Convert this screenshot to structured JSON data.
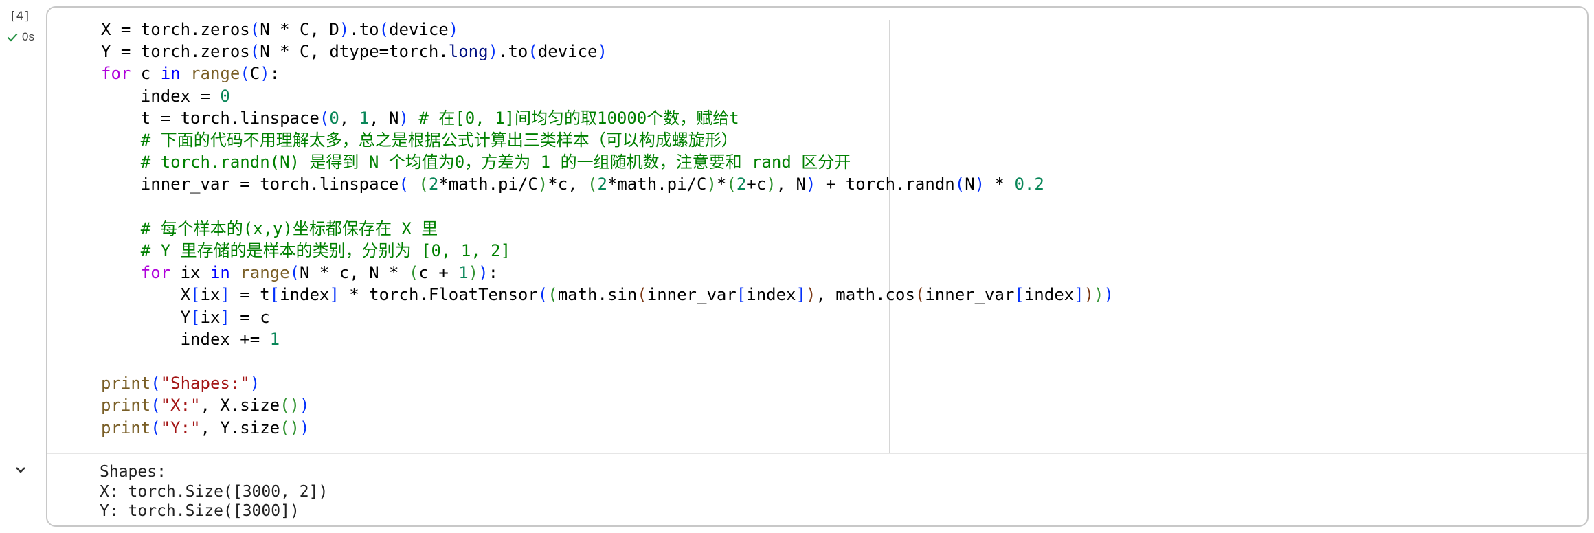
{
  "cell": {
    "execution_count": "[4]",
    "status_icon": "check-icon",
    "run_time": "0s",
    "status_color": "#1e8e3e",
    "ruler_column": 80
  },
  "code_lines": [
    [
      {
        "t": "X = torch.zeros"
      },
      {
        "t": "(",
        "c": "b1"
      },
      {
        "t": "N * C, D"
      },
      {
        "t": ")",
        "c": "b1"
      },
      {
        "t": ".to"
      },
      {
        "t": "(",
        "c": "b1"
      },
      {
        "t": "device"
      },
      {
        "t": ")",
        "c": "b1"
      }
    ],
    [
      {
        "t": "Y = torch.zeros"
      },
      {
        "t": "(",
        "c": "b1"
      },
      {
        "t": "N * C, dtype=torch."
      },
      {
        "t": "long",
        "c": "attr"
      },
      {
        "t": ")",
        "c": "b1"
      },
      {
        "t": ".to"
      },
      {
        "t": "(",
        "c": "b1"
      },
      {
        "t": "device"
      },
      {
        "t": ")",
        "c": "b1"
      }
    ],
    [
      {
        "t": "for",
        "c": "kw"
      },
      {
        "t": " c "
      },
      {
        "t": "in",
        "c": "kw2"
      },
      {
        "t": " "
      },
      {
        "t": "range",
        "c": "fn"
      },
      {
        "t": "(",
        "c": "b1"
      },
      {
        "t": "C"
      },
      {
        "t": ")",
        "c": "b1"
      },
      {
        "t": ":"
      }
    ],
    [
      {
        "t": "    index = "
      },
      {
        "t": "0",
        "c": "num"
      }
    ],
    [
      {
        "t": "    t = torch.linspace"
      },
      {
        "t": "(",
        "c": "b1"
      },
      {
        "t": "0",
        "c": "num"
      },
      {
        "t": ", "
      },
      {
        "t": "1",
        "c": "num"
      },
      {
        "t": ", N"
      },
      {
        "t": ")",
        "c": "b1"
      },
      {
        "t": " "
      },
      {
        "t": "# 在[0, 1]间均匀的取10000个数，赋给t",
        "c": "cm"
      }
    ],
    [
      {
        "t": "    "
      },
      {
        "t": "# 下面的代码不用理解太多，总之是根据公式计算出三类样本（可以构成螺旋形）",
        "c": "cm"
      }
    ],
    [
      {
        "t": "    "
      },
      {
        "t": "# torch.randn(N) 是得到 N 个均值为0，方差为 1 的一组随机数，注意要和 rand 区分开",
        "c": "cm"
      }
    ],
    [
      {
        "t": "    inner_var = torch.linspace"
      },
      {
        "t": "(",
        "c": "b1"
      },
      {
        "t": " "
      },
      {
        "t": "(",
        "c": "b2"
      },
      {
        "t": "2",
        "c": "num"
      },
      {
        "t": "*math.pi/C"
      },
      {
        "t": ")",
        "c": "b2"
      },
      {
        "t": "*c, "
      },
      {
        "t": "(",
        "c": "b2"
      },
      {
        "t": "2",
        "c": "num"
      },
      {
        "t": "*math.pi/C"
      },
      {
        "t": ")",
        "c": "b2"
      },
      {
        "t": "*"
      },
      {
        "t": "(",
        "c": "b2"
      },
      {
        "t": "2",
        "c": "num"
      },
      {
        "t": "+c"
      },
      {
        "t": ")",
        "c": "b2"
      },
      {
        "t": ", N"
      },
      {
        "t": ")",
        "c": "b1"
      },
      {
        "t": " + torch.randn"
      },
      {
        "t": "(",
        "c": "b1"
      },
      {
        "t": "N"
      },
      {
        "t": ")",
        "c": "b1"
      },
      {
        "t": " * "
      },
      {
        "t": "0.2",
        "c": "num"
      }
    ],
    [
      {
        "t": ""
      }
    ],
    [
      {
        "t": "    "
      },
      {
        "t": "# 每个样本的(x,y)坐标都保存在 X 里",
        "c": "cm"
      }
    ],
    [
      {
        "t": "    "
      },
      {
        "t": "# Y 里存储的是样本的类别，分别为 [0, 1, 2]",
        "c": "cm"
      }
    ],
    [
      {
        "t": "    "
      },
      {
        "t": "for",
        "c": "kw"
      },
      {
        "t": " ix "
      },
      {
        "t": "in",
        "c": "kw2"
      },
      {
        "t": " "
      },
      {
        "t": "range",
        "c": "fn"
      },
      {
        "t": "(",
        "c": "b1"
      },
      {
        "t": "N * c, N * "
      },
      {
        "t": "(",
        "c": "b2"
      },
      {
        "t": "c + "
      },
      {
        "t": "1",
        "c": "num"
      },
      {
        "t": ")",
        "c": "b2"
      },
      {
        "t": ")",
        "c": "b1"
      },
      {
        "t": ":"
      }
    ],
    [
      {
        "t": "        X"
      },
      {
        "t": "[",
        "c": "b1"
      },
      {
        "t": "ix"
      },
      {
        "t": "]",
        "c": "b1"
      },
      {
        "t": " = t"
      },
      {
        "t": "[",
        "c": "b1"
      },
      {
        "t": "index"
      },
      {
        "t": "]",
        "c": "b1"
      },
      {
        "t": " * torch.FloatTensor"
      },
      {
        "t": "(",
        "c": "b1"
      },
      {
        "t": "(",
        "c": "b2"
      },
      {
        "t": "math.sin"
      },
      {
        "t": "(",
        "c": "b3"
      },
      {
        "t": "inner_var"
      },
      {
        "t": "[",
        "c": "b1"
      },
      {
        "t": "index"
      },
      {
        "t": "]",
        "c": "b1"
      },
      {
        "t": ")",
        "c": "b3"
      },
      {
        "t": ", math.cos"
      },
      {
        "t": "(",
        "c": "b3"
      },
      {
        "t": "inner_var"
      },
      {
        "t": "[",
        "c": "b1"
      },
      {
        "t": "index"
      },
      {
        "t": "]",
        "c": "b1"
      },
      {
        "t": ")",
        "c": "b3"
      },
      {
        "t": ")",
        "c": "b2"
      },
      {
        "t": ")",
        "c": "b1"
      }
    ],
    [
      {
        "t": "        Y"
      },
      {
        "t": "[",
        "c": "b1"
      },
      {
        "t": "ix"
      },
      {
        "t": "]",
        "c": "b1"
      },
      {
        "t": " = c"
      }
    ],
    [
      {
        "t": "        index += "
      },
      {
        "t": "1",
        "c": "num"
      }
    ],
    [
      {
        "t": ""
      }
    ],
    [
      {
        "t": "print",
        "c": "fn"
      },
      {
        "t": "(",
        "c": "b1"
      },
      {
        "t": "\"Shapes:\"",
        "c": "str"
      },
      {
        "t": ")",
        "c": "b1"
      }
    ],
    [
      {
        "t": "print",
        "c": "fn"
      },
      {
        "t": "(",
        "c": "b1"
      },
      {
        "t": "\"X:\"",
        "c": "str"
      },
      {
        "t": ", X.size"
      },
      {
        "t": "(",
        "c": "b2"
      },
      {
        "t": ")",
        "c": "b2"
      },
      {
        "t": ")",
        "c": "b1"
      }
    ],
    [
      {
        "t": "print",
        "c": "fn"
      },
      {
        "t": "(",
        "c": "b1"
      },
      {
        "t": "\"Y:\"",
        "c": "str"
      },
      {
        "t": ", Y.size"
      },
      {
        "t": "(",
        "c": "b2"
      },
      {
        "t": ")",
        "c": "b2"
      },
      {
        "t": ")",
        "c": "b1"
      }
    ]
  ],
  "output": {
    "toggle_icon": "chevron-down-icon",
    "lines": [
      "Shapes:",
      "X: torch.Size([3000, 2])",
      "Y: torch.Size([3000])"
    ]
  }
}
